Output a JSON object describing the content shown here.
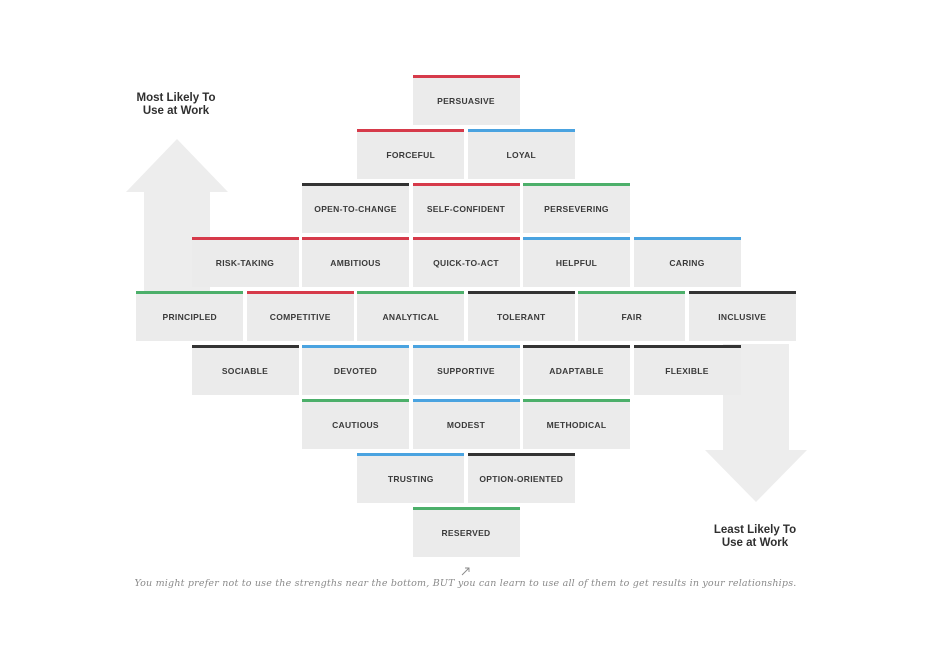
{
  "labels": {
    "top": "Most Likely To Use at Work",
    "bottom": "Least Likely To Use at Work"
  },
  "footnote": "You might prefer not to use the strengths near the bottom, BUT you can learn to use all of them to get results in your relationships.",
  "colors": {
    "red": "#d63a4a",
    "blue": "#4aa3e0",
    "green": "#4caf6a",
    "dark": "#333333",
    "tile": "#ebebeb",
    "arrow": "#ededed"
  },
  "rows": [
    [
      {
        "label": "PERSUASIVE",
        "color": "red"
      }
    ],
    [
      {
        "label": "FORCEFUL",
        "color": "red"
      },
      {
        "label": "LOYAL",
        "color": "blue"
      }
    ],
    [
      {
        "label": "OPEN-TO-CHANGE",
        "color": "dark"
      },
      {
        "label": "SELF-CONFIDENT",
        "color": "red"
      },
      {
        "label": "PERSEVERING",
        "color": "green"
      }
    ],
    [
      {
        "label": "RISK-TAKING",
        "color": "red"
      },
      {
        "label": "AMBITIOUS",
        "color": "red"
      },
      {
        "label": "QUICK-TO-ACT",
        "color": "red"
      },
      {
        "label": "HELPFUL",
        "color": "blue"
      },
      {
        "label": "CARING",
        "color": "blue"
      }
    ],
    [
      {
        "label": "PRINCIPLED",
        "color": "green"
      },
      {
        "label": "COMPETITIVE",
        "color": "red"
      },
      {
        "label": "ANALYTICAL",
        "color": "green"
      },
      {
        "label": "TOLERANT",
        "color": "dark"
      },
      {
        "label": "FAIR",
        "color": "green"
      },
      {
        "label": "INCLUSIVE",
        "color": "dark"
      }
    ],
    [
      {
        "label": "SOCIABLE",
        "color": "dark"
      },
      {
        "label": "DEVOTED",
        "color": "blue"
      },
      {
        "label": "SUPPORTIVE",
        "color": "blue"
      },
      {
        "label": "ADAPTABLE",
        "color": "dark"
      },
      {
        "label": "FLEXIBLE",
        "color": "dark"
      }
    ],
    [
      {
        "label": "CAUTIOUS",
        "color": "green"
      },
      {
        "label": "MODEST",
        "color": "blue"
      },
      {
        "label": "METHODICAL",
        "color": "green"
      }
    ],
    [
      {
        "label": "TRUSTING",
        "color": "blue"
      },
      {
        "label": "OPTION-ORIENTED",
        "color": "dark"
      }
    ],
    [
      {
        "label": "RESERVED",
        "color": "green"
      }
    ]
  ]
}
